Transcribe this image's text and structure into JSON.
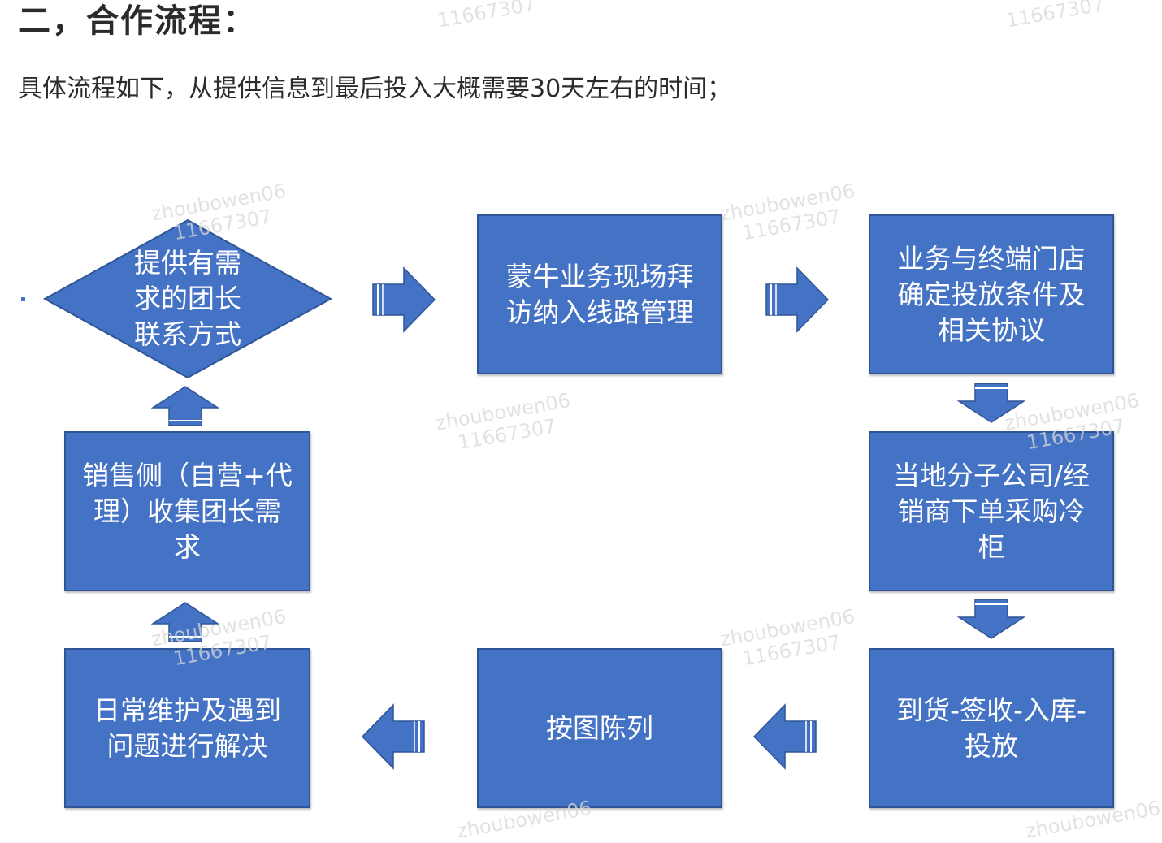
{
  "heading": "二，合作流程：",
  "intro": "具体流程如下，从提供信息到最后投入大概需要30天左右的时间；",
  "colors": {
    "box_fill": "#4472c4",
    "box_border": "#2f5597",
    "text": "#ffffff"
  },
  "flow": {
    "step1": "提供有需\n求的团长\n联系方式",
    "step2": "蒙牛业务现场拜\n访纳入线路管理",
    "step3": "业务与终端门店\n确定投放条件及\n相关协议",
    "step4": "当地分子公司/经\n销商下单采购冷\n柜",
    "step5": "到货-签收-入库-\n投放",
    "step6": "按图陈列",
    "step7": "日常维护及遇到\n问题进行解决",
    "step8": "销售侧（自营+代\n理）收集团长需\n求"
  },
  "watermark": {
    "user": "zhoubowen06",
    "id": "11667307"
  }
}
